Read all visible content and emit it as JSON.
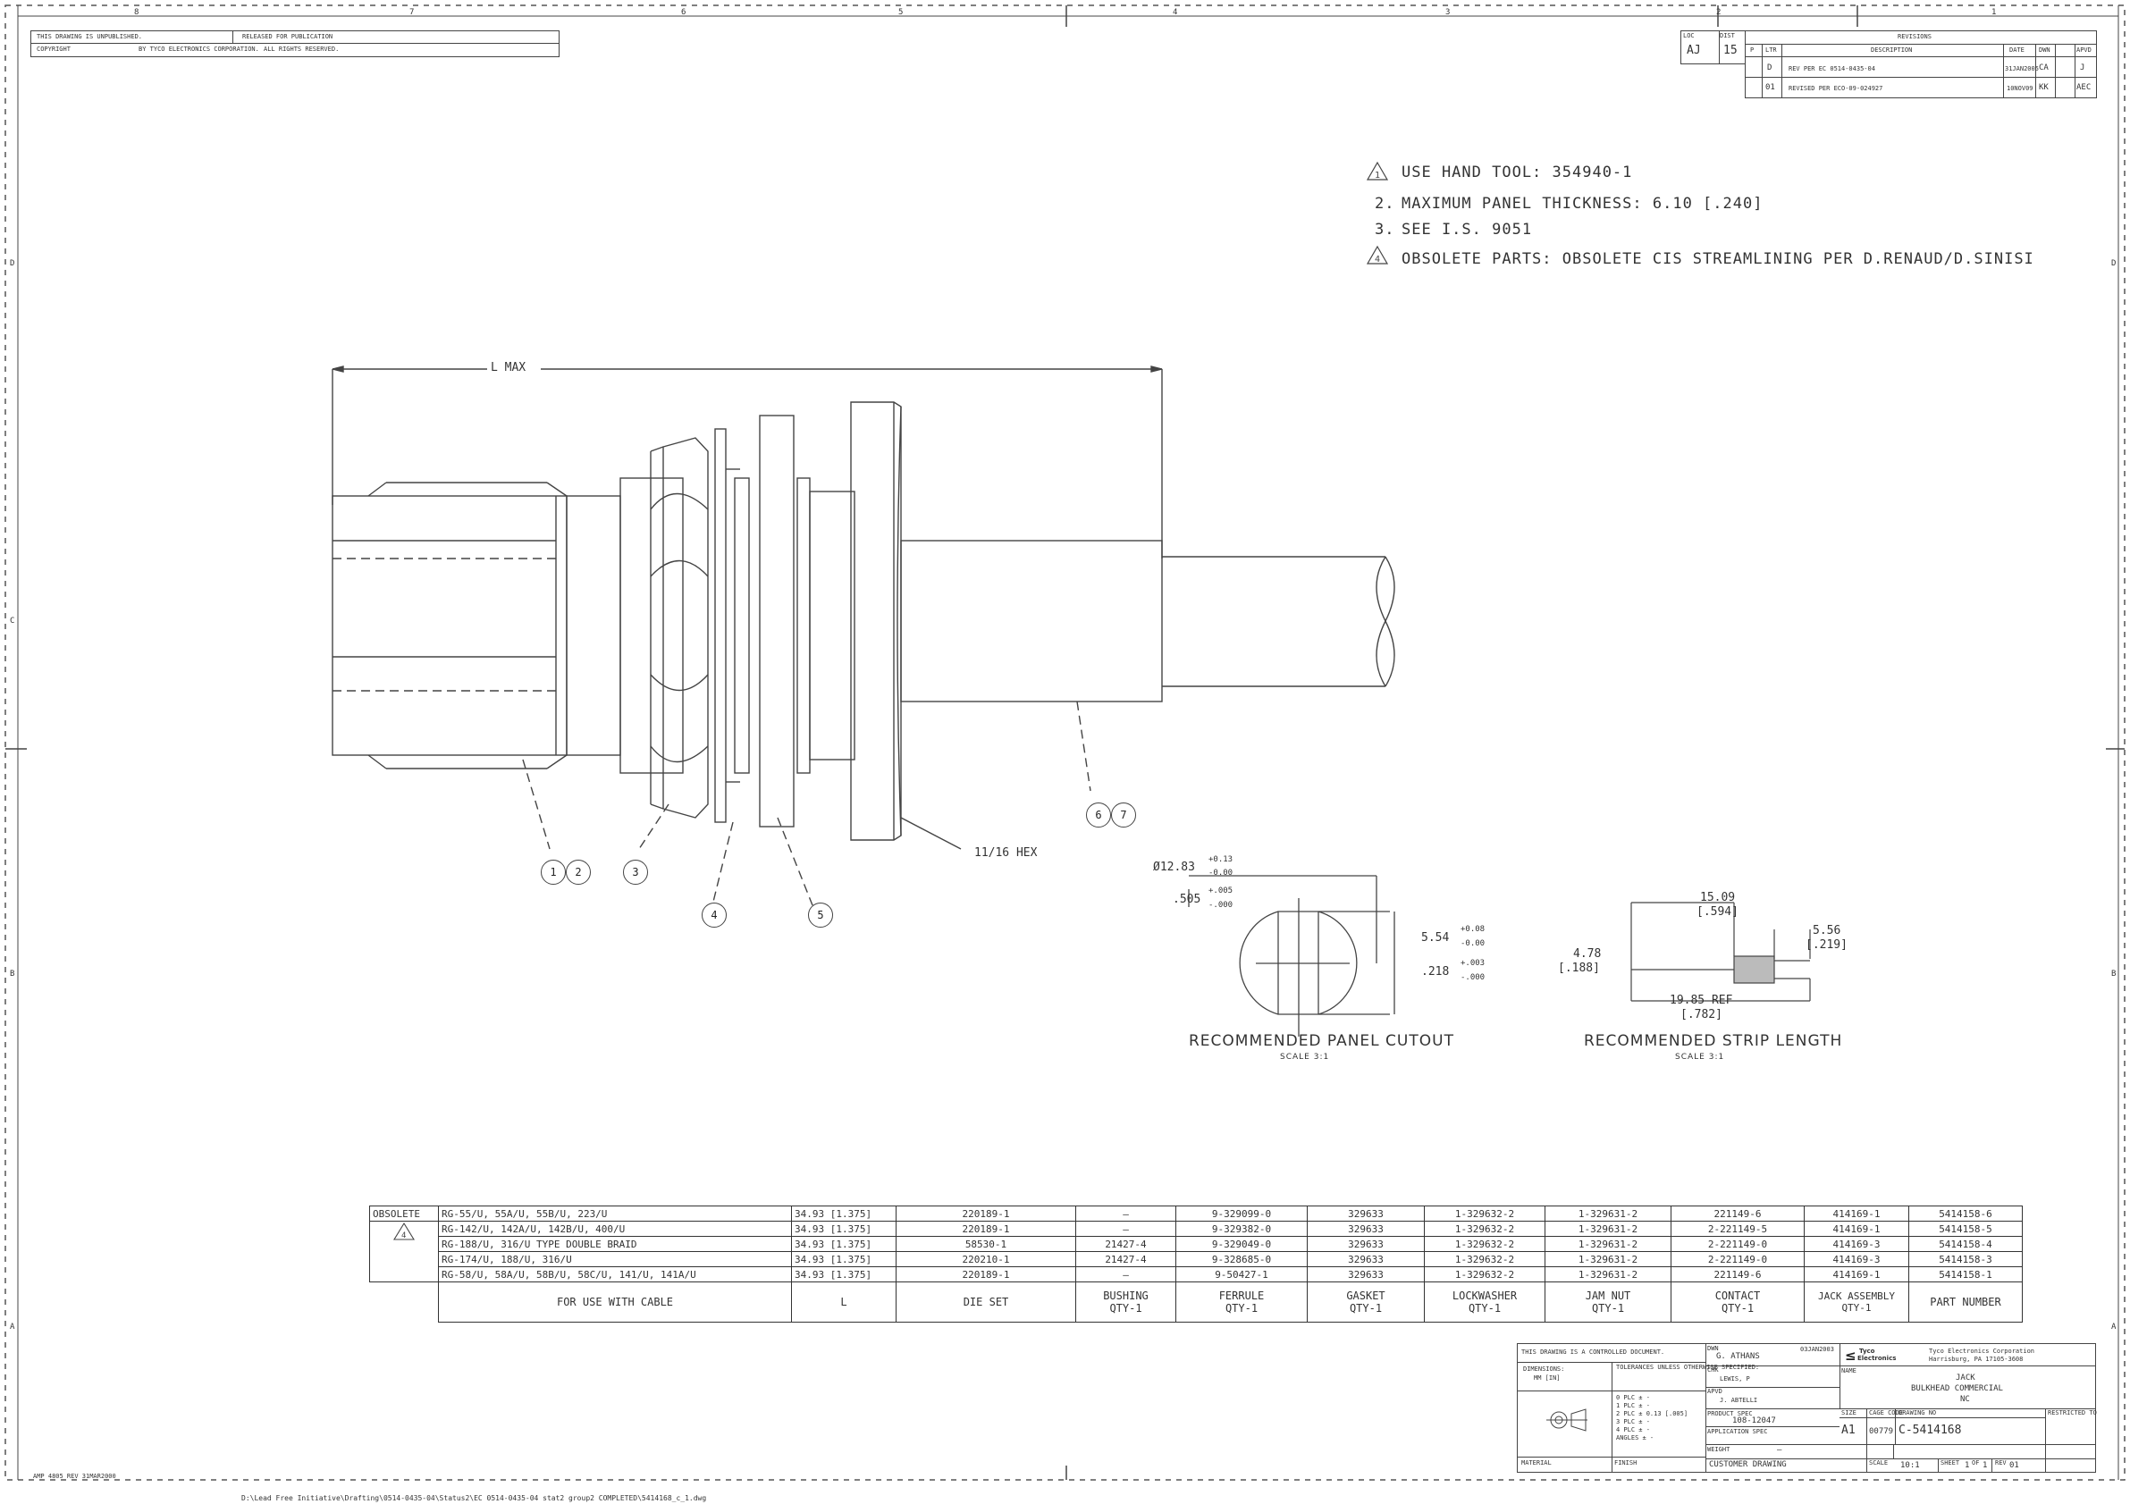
{
  "zones_top": [
    "8",
    "7",
    "6",
    "5",
    "4",
    "3",
    "2",
    "1"
  ],
  "zones_side": [
    "D",
    "C",
    "B",
    "A"
  ],
  "header_notice": {
    "line1": "THIS DRAWING IS UNPUBLISHED.",
    "line1b": "RELEASED FOR PUBLICATION",
    "line2": "COPYRIGHT",
    "line2b": "BY TYCO ELECTRONICS CORPORATION.",
    "line2c": "ALL RIGHTS RESERVED."
  },
  "revisions": {
    "title": "REVISIONS",
    "loc_label": "LOC",
    "loc": "AJ",
    "dist_label": "DIST",
    "dist": "15",
    "columns": [
      "P",
      "LTR",
      "DESCRIPTION",
      "DATE",
      "DWN",
      "APVD"
    ],
    "rows": [
      {
        "ltr": "D",
        "desc": "REV PER EC 0514-0435-04",
        "date": "31JAN2005",
        "dwn": "CA",
        "apvd": "J"
      },
      {
        "ltr": "01",
        "desc": "REVISED PER ECO-09-024927",
        "date": "10NOV09",
        "dwn": "KK",
        "apvd": "AEC"
      }
    ]
  },
  "notes": [
    {
      "num": "1",
      "text": "USE HAND TOOL: 354940-1",
      "flag": true
    },
    {
      "num": "2.",
      "text": "MAXIMUM PANEL THICKNESS: 6.10 [.240]",
      "flag": false
    },
    {
      "num": "3.",
      "text": "SEE I.S. 9051",
      "flag": false
    },
    {
      "num": "4",
      "text": "OBSOLETE PARTS: OBSOLETE CIS STREAMLINING PER D.RENAUD/D.SINISI",
      "flag": true
    }
  ],
  "main_view": {
    "max_label": "L MAX",
    "hex_label": "11/16 HEX",
    "balloons": [
      "1",
      "2",
      "3",
      "4",
      "5",
      "6",
      "7"
    ]
  },
  "panel_cutout": {
    "dia": "Ø12.83",
    "dia_tol_plus": "+0.13",
    "dia_tol_minus": "-0.00",
    "dia_in": ".505",
    "dia_in_tol_plus": "+.005",
    "dia_in_tol_minus": "-.000",
    "flat": "5.54",
    "flat_tol_plus": "+0.08",
    "flat_tol_minus": "-0.00",
    "flat_in": ".218",
    "flat_in_tol_plus": "+.003",
    "flat_in_tol_minus": "-.000",
    "title": "RECOMMENDED PANEL CUTOUT",
    "scale": "SCALE 3:1"
  },
  "strip_length": {
    "d1": "15.09",
    "d1_in": "[.594]",
    "d2": "5.56",
    "d2_in": "[.219]",
    "d3": "4.78",
    "d3_in": "[.188]",
    "d4": "19.85 REF",
    "d4_in": "[.782]",
    "title": "RECOMMENDED STRIP LENGTH",
    "scale": "SCALE 3:1"
  },
  "parts_table": {
    "obsolete_label": "OBSOLETE",
    "rows": [
      {
        "cable": "RG-55/U, 55A/U, 55B/U, 223/U",
        "l": "34.93 [1.375]",
        "die": "220189-1",
        "bushing": "—",
        "ferrule": "9-329099-0",
        "gasket": "329633",
        "lockwasher": "1-329632-2",
        "jamnut": "1-329631-2",
        "contact": "221149-6",
        "jack": "414169-1",
        "part": "5414158-6"
      },
      {
        "cable": "RG-142/U, 142A/U, 142B/U, 400/U",
        "l": "34.93 [1.375]",
        "die": "220189-1",
        "bushing": "—",
        "ferrule": "9-329382-0",
        "gasket": "329633",
        "lockwasher": "1-329632-2",
        "jamnut": "1-329631-2",
        "contact": "2-221149-5",
        "jack": "414169-1",
        "part": "5414158-5"
      },
      {
        "cable": "RG-188/U, 316/U TYPE DOUBLE BRAID",
        "l": "34.93 [1.375]",
        "die": "58530-1",
        "bushing": "21427-4",
        "ferrule": "9-329049-0",
        "gasket": "329633",
        "lockwasher": "1-329632-2",
        "jamnut": "1-329631-2",
        "contact": "2-221149-0",
        "jack": "414169-3",
        "part": "5414158-4"
      },
      {
        "cable": "RG-174/U, 188/U, 316/U",
        "l": "34.93 [1.375]",
        "die": "220210-1",
        "bushing": "21427-4",
        "ferrule": "9-328685-0",
        "gasket": "329633",
        "lockwasher": "1-329632-2",
        "jamnut": "1-329631-2",
        "contact": "2-221149-0",
        "jack": "414169-3",
        "part": "5414158-3"
      },
      {
        "cable": "RG-58/U, 58A/U, 58B/U, 58C/U, 141/U, 141A/U",
        "l": "34.93 [1.375]",
        "die": "220189-1",
        "bushing": "—",
        "ferrule": "9-50427-1",
        "gasket": "329633",
        "lockwasher": "1-329632-2",
        "jamnut": "1-329631-2",
        "contact": "221149-6",
        "jack": "414169-1",
        "part": "5414158-1"
      }
    ],
    "headers": {
      "cable": "FOR USE WITH CABLE",
      "l": "L",
      "die": "DIE SET",
      "bushing": "BUSHING",
      "ferrule": "FERRULE",
      "gasket": "GASKET",
      "lockwasher": "LOCKWASHER",
      "jamnut": "JAM NUT",
      "contact": "CONTACT",
      "jack": "JACK ASSEMBLY",
      "part": "PART NUMBER",
      "qty": "QTY-1"
    }
  },
  "title_block": {
    "controlled": "THIS DRAWING IS A CONTROLLED DOCUMENT.",
    "dwn": "G. ATHANS",
    "dwn_date": "03JAN2003",
    "chk": "LEWIS, P",
    "appvd": "J. ABTELLI",
    "dimensions": "DIMENSIONS:",
    "tolerances": "TOLERANCES UNLESS OTHERWISE SPECIFIED:",
    "mm": "MM [IN]",
    "places": [
      "0 PLC ±  -",
      "1 PLC ±  -",
      "2 PLC ± 0.13 [.005]",
      "3 PLC ±  -",
      "4 PLC ±  -",
      "ANGLES ±  -"
    ],
    "product_spec": "PRODUCT SPEC",
    "product_spec_val": "108-12047",
    "application_spec": "APPLICATION SPEC",
    "material": "MATERIAL",
    "finish": "FINISH",
    "weight": "WEIGHT",
    "weight_val": "—",
    "company1": "Tyco",
    "company2": "Electronics",
    "company_name": "Tyco Electronics Corporation",
    "company_addr": "Harrisburg, PA 17105-3608",
    "name_label": "NAME",
    "title1": "JACK",
    "title2": "BULKHEAD COMMERCIAL",
    "title3": "NC",
    "size": "A1",
    "cage": "00779",
    "dwg_no": "C-5414168",
    "restricted": "RESTRICTED TO",
    "customer": "CUSTOMER DRAWING",
    "scale": "10:1",
    "sheet": "1",
    "of": "1",
    "rev": "01",
    "scale_label": "SCALE",
    "sheet_label": "SHEET",
    "of_label": "OF",
    "rev_label": "REV"
  },
  "footer_form": "AMP 4805 REV 31MAR2000",
  "file_path": "D:\\Lead Free Initiative\\Drafting\\0514-0435-04\\Status2\\EC 0514-0435-04 stat2 group2 COMPLETED\\5414168_c_1.dwg"
}
